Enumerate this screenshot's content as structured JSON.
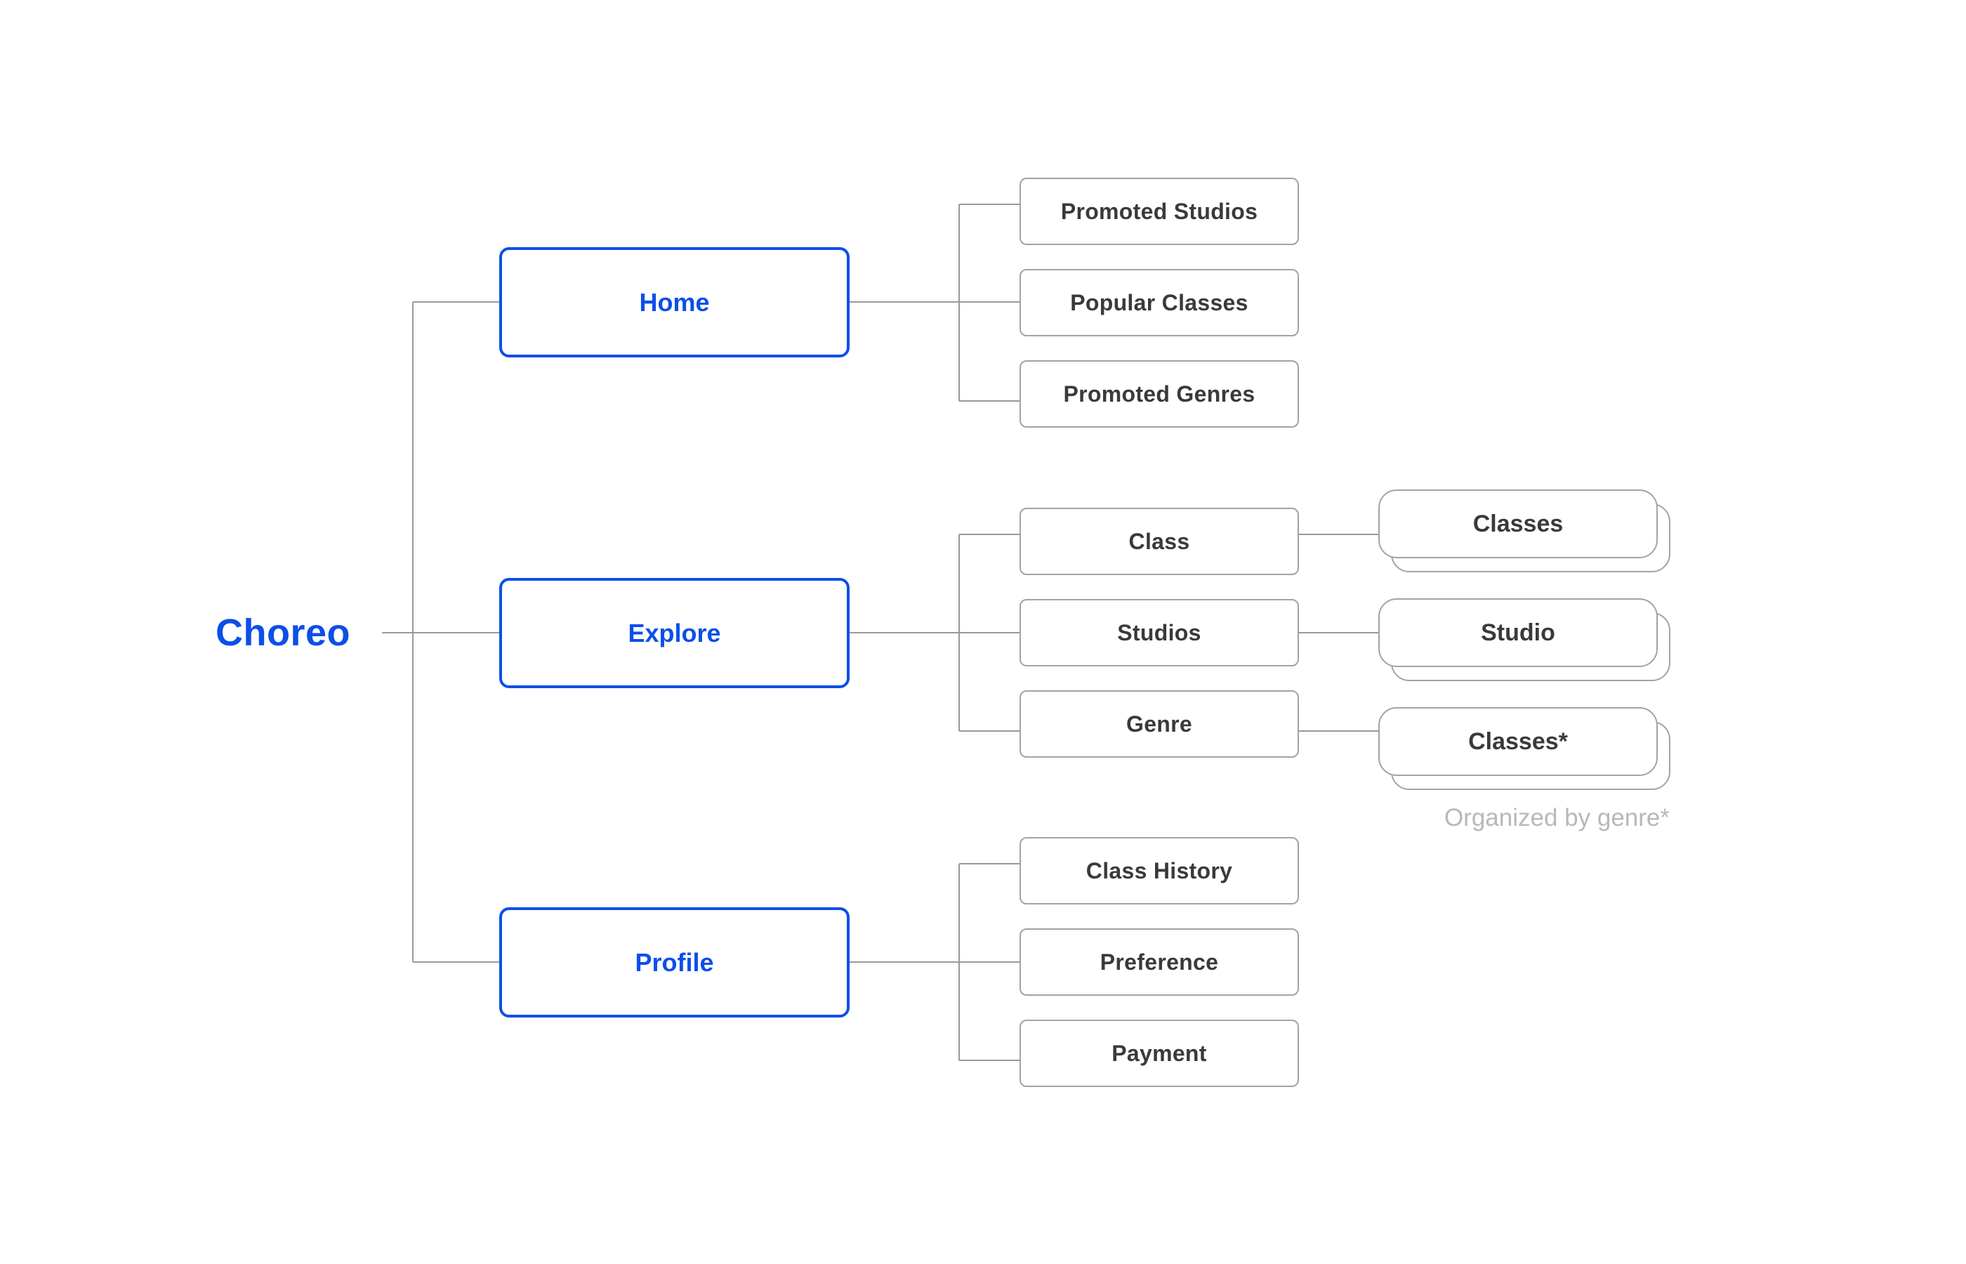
{
  "root": {
    "label": "Choreo"
  },
  "colors": {
    "accent": "#0c4fe8",
    "line": "#999999",
    "box_border": "#a3a3a3",
    "text": "#3a3a3a",
    "note_text": "#b8b8b8"
  },
  "sections": [
    {
      "label": "Home",
      "children": [
        {
          "label": "Promoted Studios"
        },
        {
          "label": "Popular Classes"
        },
        {
          "label": "Promoted Genres"
        }
      ]
    },
    {
      "label": "Explore",
      "children": [
        {
          "label": "Class",
          "card": "Classes"
        },
        {
          "label": "Studios",
          "card": "Studio"
        },
        {
          "label": "Genre",
          "card": "Classes*"
        }
      ]
    },
    {
      "label": "Profile",
      "children": [
        {
          "label": "Class History"
        },
        {
          "label": "Preference"
        },
        {
          "label": "Payment"
        }
      ]
    }
  ],
  "note": "Organized by genre*"
}
